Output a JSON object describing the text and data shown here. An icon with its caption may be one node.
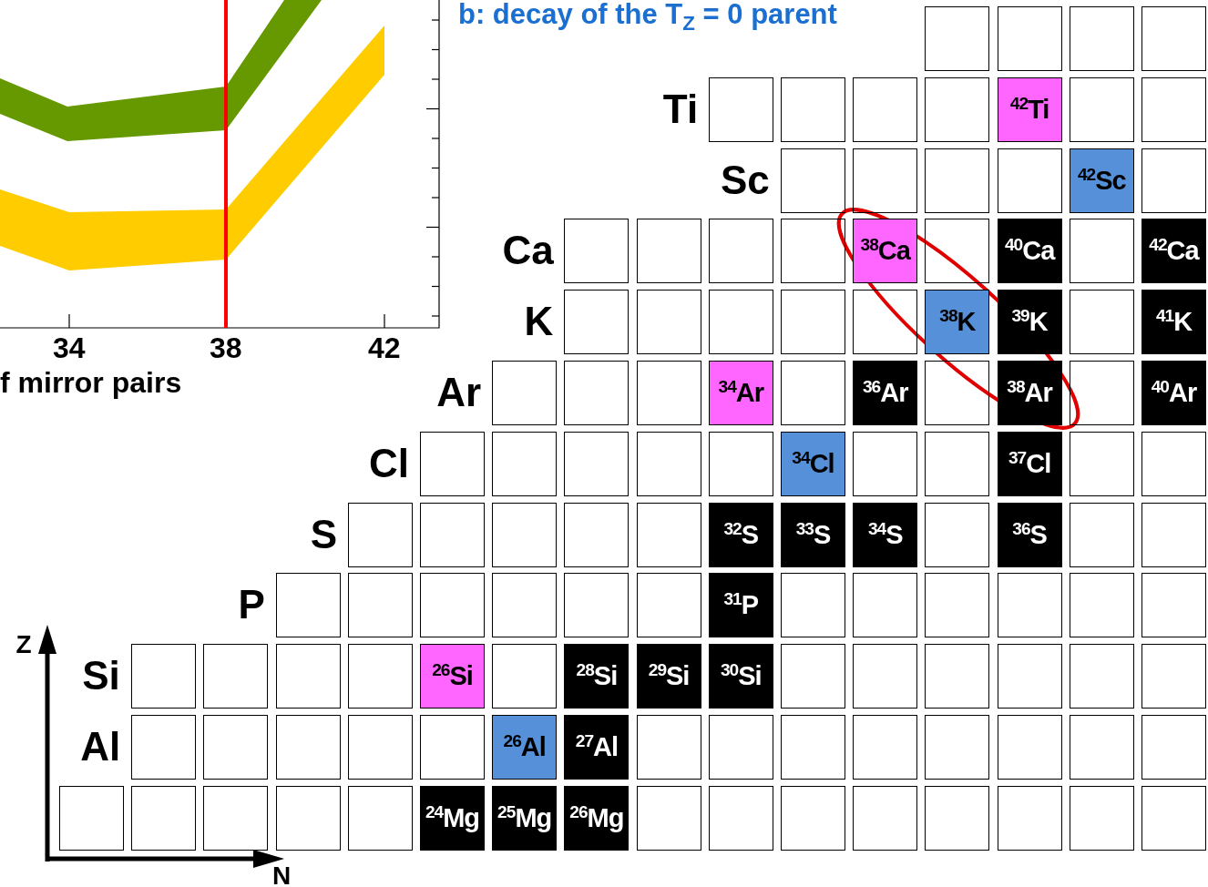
{
  "diagram": {
    "title": "b: decay of the T$_{Z}$ = 0 parent",
    "nodes": [
      {
        "text": [],
        "shape": "box"
      },
      {
        "text": [],
        "shape": "box"
      },
      {
        "text": [],
        "shape": "box"
      },
      {
        "text": [],
        "shape": "box"
      },
      {
        "text": [],
        "shape": "box"
      },
      {
        "text": [],
        "shape": "box"
      },
      {
        "text": [],
        "shape": "box"
      },
      {
        "text": [],
        "shape": "box"
      },
      {
        "text": [
          "$^{42}$Ti"
        ]
      },
      {
        "text": [],
        "shape": "box"
      },
      {
        "text": [],
        "shape": "box"
      },
      {
        "text": [],
        "shape": "box"
      },
      {
        "text": [],
        "shape": "box"
      },
      {
        "text": [],
        "shape": "box"
      },
      {
        "text": [],
        "shape": "box"
      },
      {
        "text": [
          "$^{42}$Sc"
        ]
      },
      {
        "text": [],
        "shape": "box"
      },
      {
        "text": [],
        "shape": "box"
      },
      {
        "text": [],
        "shape": "box"
      },
      {
        "text": [],
        "shape": "box"
      },
      {
        "text": [],
        "shape": "box"
      },
      {
        "text": [
          "$^{38}$Ca"
        ]
      },
      {
        "text": [],
        "shape": "box"
      },
      {
        "text": [
          "$^{40}$Ca"
        ]
      },
      {
        "text": [],
        "shape": "box"
      },
      {
        "text": [
          "$^{42}$Ca"
        ]
      },
      {
        "text": [],
        "shape": "box"
      },
      {
        "text": [],
        "shape": "box"
      },
      {
        "text": [],
        "shape": "box"
      },
      {
        "text": [],
        "shape": "box"
      },
      {
        "text": [],
        "shape": "box"
      },
      {
        "text": [
          "$^{38}$K"
        ]
      },
      {
        "text": [
          "$^{39}$K"
        ]
      },
      {
        "text": [],
        "shape": "box"
      },
      {
        "text": [
          "$^{41}$K"
        ]
      },
      {
        "text": [],
        "shape": "box"
      },
      {
        "text": [],
        "shape": "box"
      },
      {
        "text": [],
        "shape": "box"
      },
      {
        "text": [
          "$^{34}$Ar"
        ]
      },
      {
        "text": [],
        "shape": "box"
      },
      {
        "text": [
          "$^{36}$Ar"
        ]
      },
      {
        "text": [],
        "shape": "box"
      },
      {
        "text": [
          "$^{38}$Ar"
        ]
      },
      {
        "text": [],
        "shape": "box"
      },
      {
        "text": [
          "$^{40}$Ar"
        ]
      },
      {
        "text": [],
        "shape": "box"
      },
      {
        "text": [],
        "shape": "box"
      },
      {
        "text": [],
        "shape": "box"
      },
      {
        "text": [],
        "shape": "box"
      },
      {
        "text": [],
        "shape": "box"
      },
      {
        "text": [
          "$^{34}$Cl"
        ]
      },
      {
        "text": [],
        "shape": "box"
      },
      {
        "text": [],
        "shape": "box"
      },
      {
        "text": [
          "$^{37}$Cl"
        ]
      },
      {
        "text": [],
        "shape": "box"
      },
      {
        "text": [],
        "shape": "box"
      },
      {
        "text": [],
        "shape": "box"
      },
      {
        "text": [],
        "shape": "box"
      },
      {
        "text": [],
        "shape": "box"
      },
      {
        "text": [],
        "shape": "box"
      },
      {
        "text": [],
        "shape": "box"
      },
      {
        "text": [
          "$^{32}$S"
        ]
      },
      {
        "text": [
          "$^{33}$S"
        ]
      },
      {
        "text": [
          "$^{34}$S"
        ]
      },
      {
        "text": [],
        "shape": "box"
      },
      {
        "text": [
          "$^{36}$S"
        ]
      },
      {
        "text": [],
        "shape": "box"
      },
      {
        "text": [],
        "shape": "box"
      },
      {
        "text": [],
        "shape": "box"
      },
      {
        "text": [],
        "shape": "box"
      },
      {
        "text": [],
        "shape": "box"
      },
      {
        "text": [],
        "shape": "box"
      },
      {
        "text": [],
        "shape": "box"
      },
      {
        "text": [],
        "shape": "box"
      },
      {
        "text": [
          "$^{31}$P"
        ]
      },
      {
        "text": [],
        "shape": "box"
      },
      {
        "text": [],
        "shape": "box"
      },
      {
        "text": [],
        "shape": "box"
      },
      {
        "text": [],
        "shape": "box"
      },
      {
        "text": [],
        "shape": "box"
      },
      {
        "text": [],
        "shape": "box"
      },
      {
        "text": [],
        "shape": "box"
      },
      {
        "text": [],
        "shape": "box"
      },
      {
        "text": [],
        "shape": "box"
      },
      {
        "text": [],
        "shape": "box"
      },
      {
        "text": [
          "$^{26}$Si"
        ]
      },
      {
        "text": [],
        "shape": "box"
      },
      {
        "text": [
          "$^{28}$Si"
        ]
      },
      {
        "text": [
          "$^{29}$Si"
        ]
      },
      {
        "text": [
          "$^{30}$Si"
        ]
      },
      {
        "text": [],
        "shape": "box"
      },
      {
        "text": [],
        "shape": "box"
      },
      {
        "text": [],
        "shape": "box"
      },
      {
        "text": [],
        "shape": "box"
      },
      {
        "text": [],
        "shape": "box"
      },
      {
        "text": [],
        "shape": "box"
      },
      {
        "text": [],
        "shape": "box"
      },
      {
        "text": [],
        "shape": "box"
      },
      {
        "text": [],
        "shape": "box"
      },
      {
        "text": [],
        "shape": "box"
      },
      {
        "text": [],
        "shape": "box"
      },
      {
        "text": [
          "$^{26}$Al"
        ]
      },
      {
        "text": [
          "$^{27}$Al"
        ]
      },
      {
        "text": [],
        "shape": "box"
      },
      {
        "text": [],
        "shape": "box"
      },
      {
        "text": [],
        "shape": "box"
      },
      {
        "text": [],
        "shape": "box"
      },
      {
        "text": [],
        "shape": "box"
      },
      {
        "text": [],
        "shape": "box"
      },
      {
        "text": [],
        "shape": "box"
      },
      {
        "text": [],
        "shape": "box"
      },
      {
        "text": [],
        "shape": "box"
      },
      {
        "text": [],
        "shape": "box"
      },
      {
        "text": [],
        "shape": "box"
      },
      {
        "text": [],
        "shape": "box"
      },
      {
        "text": [],
        "shape": "box"
      },
      {
        "text": [
          "$^{24}$Mg"
        ]
      },
      {
        "text": [
          "$^{25}$Mg"
        ]
      },
      {
        "text": [
          "$^{26}$Mg"
        ]
      },
      {
        "text": [],
        "shape": "box"
      },
      {
        "text": [],
        "shape": "box"
      },
      {
        "text": [],
        "shape": "box"
      },
      {
        "text": [],
        "shape": "box"
      },
      {
        "text": [],
        "shape": "box"
      },
      {
        "text": [],
        "shape": "box"
      },
      {
        "text": [],
        "shape": "box"
      },
      {
        "text": [],
        "shape": "box"
      }
    ],
    "labels": [
      "34",
      "38",
      "42",
      "f mirror pairs",
      "Ti",
      "Sc",
      "Ca",
      "K",
      "Ar",
      "Cl",
      "S",
      "P",
      "Z",
      "Si",
      "Al",
      "N"
    ]
  }
}
